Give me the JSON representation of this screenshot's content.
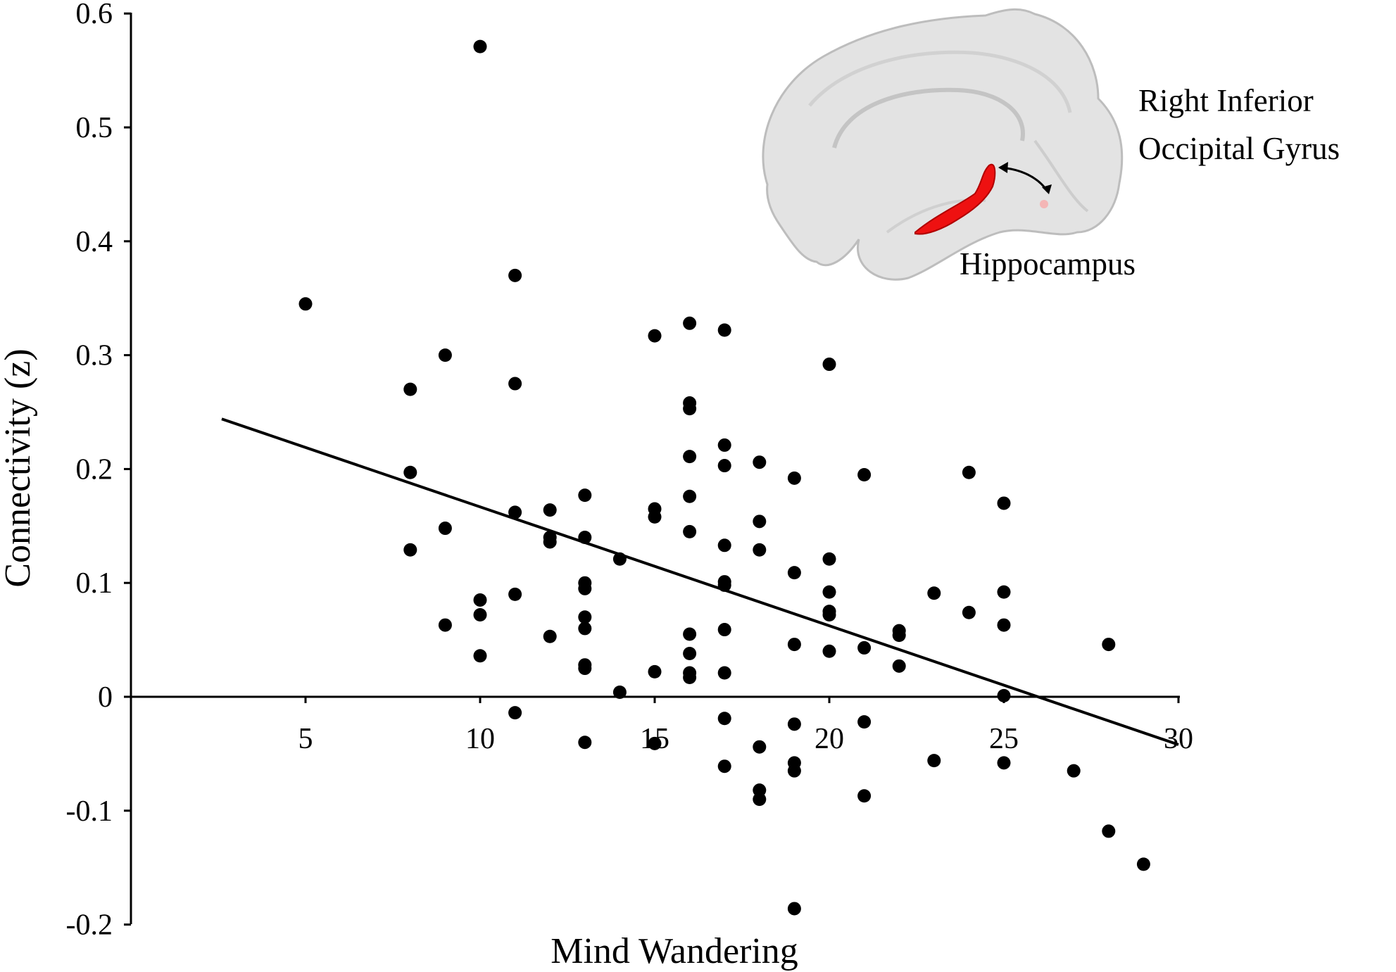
{
  "chart_data": {
    "type": "scatter",
    "xlabel": "Mind Wandering",
    "ylabel": "Connectivity (z)",
    "xlim": [
      0,
      30
    ],
    "ylim": [
      -0.2,
      0.6
    ],
    "x_ticks": [
      5,
      10,
      15,
      20,
      25,
      30
    ],
    "y_ticks": [
      0.6,
      0.5,
      0.4,
      0.3,
      0.2,
      0.1,
      0,
      -0.1,
      -0.2
    ],
    "x_tick_labels": [
      "5",
      "10",
      "15",
      "20",
      "25",
      "30"
    ],
    "y_tick_labels": [
      "0.6",
      "0.5",
      "0.4",
      "0.3",
      "0.2",
      "0.1",
      "0",
      "-0.1",
      "-0.2"
    ],
    "grid": false,
    "trendline": {
      "x": [
        2.6,
        30
      ],
      "y": [
        0.244,
        -0.042
      ]
    },
    "annotations": {
      "region_1": [
        "Right Inferior",
        "Occipital Gyrus"
      ],
      "region_2": "Hippocampus"
    },
    "points": [
      {
        "x": 5,
        "y": 0.345
      },
      {
        "x": 8,
        "y": 0.27
      },
      {
        "x": 8,
        "y": 0.197
      },
      {
        "x": 8,
        "y": 0.129
      },
      {
        "x": 9,
        "y": 0.3
      },
      {
        "x": 9,
        "y": 0.148
      },
      {
        "x": 9,
        "y": 0.063
      },
      {
        "x": 10,
        "y": 0.571
      },
      {
        "x": 10,
        "y": 0.085
      },
      {
        "x": 10,
        "y": 0.072
      },
      {
        "x": 10,
        "y": 0.036
      },
      {
        "x": 11,
        "y": 0.37
      },
      {
        "x": 11,
        "y": 0.275
      },
      {
        "x": 11,
        "y": 0.162
      },
      {
        "x": 11,
        "y": 0.09
      },
      {
        "x": 11,
        "y": -0.014
      },
      {
        "x": 12,
        "y": 0.164
      },
      {
        "x": 12,
        "y": 0.14
      },
      {
        "x": 12,
        "y": 0.136
      },
      {
        "x": 12,
        "y": 0.053
      },
      {
        "x": 13,
        "y": 0.177
      },
      {
        "x": 13,
        "y": 0.14
      },
      {
        "x": 13,
        "y": 0.1
      },
      {
        "x": 13,
        "y": 0.095
      },
      {
        "x": 13,
        "y": 0.07
      },
      {
        "x": 13,
        "y": 0.06
      },
      {
        "x": 13,
        "y": 0.028
      },
      {
        "x": 13,
        "y": 0.025
      },
      {
        "x": 13,
        "y": -0.04
      },
      {
        "x": 14,
        "y": 0.121
      },
      {
        "x": 14,
        "y": 0.004
      },
      {
        "x": 15,
        "y": 0.317
      },
      {
        "x": 15,
        "y": 0.165
      },
      {
        "x": 15,
        "y": 0.158
      },
      {
        "x": 15,
        "y": 0.022
      },
      {
        "x": 15,
        "y": -0.041
      },
      {
        "x": 16,
        "y": 0.328
      },
      {
        "x": 16,
        "y": 0.258
      },
      {
        "x": 16,
        "y": 0.253
      },
      {
        "x": 16,
        "y": 0.211
      },
      {
        "x": 16,
        "y": 0.176
      },
      {
        "x": 16,
        "y": 0.145
      },
      {
        "x": 16,
        "y": 0.055
      },
      {
        "x": 16,
        "y": 0.038
      },
      {
        "x": 16,
        "y": 0.021
      },
      {
        "x": 16,
        "y": 0.017
      },
      {
        "x": 17,
        "y": 0.322
      },
      {
        "x": 17,
        "y": 0.221
      },
      {
        "x": 17,
        "y": 0.203
      },
      {
        "x": 17,
        "y": 0.133
      },
      {
        "x": 17,
        "y": 0.101
      },
      {
        "x": 17,
        "y": 0.098
      },
      {
        "x": 17,
        "y": 0.059
      },
      {
        "x": 17,
        "y": 0.021
      },
      {
        "x": 17,
        "y": -0.019
      },
      {
        "x": 17,
        "y": -0.061
      },
      {
        "x": 18,
        "y": 0.206
      },
      {
        "x": 18,
        "y": 0.154
      },
      {
        "x": 18,
        "y": 0.129
      },
      {
        "x": 18,
        "y": -0.044
      },
      {
        "x": 18,
        "y": -0.082
      },
      {
        "x": 18,
        "y": -0.09
      },
      {
        "x": 19,
        "y": 0.192
      },
      {
        "x": 19,
        "y": 0.109
      },
      {
        "x": 19,
        "y": 0.046
      },
      {
        "x": 19,
        "y": -0.024
      },
      {
        "x": 19,
        "y": -0.058
      },
      {
        "x": 19,
        "y": -0.065
      },
      {
        "x": 19,
        "y": -0.186
      },
      {
        "x": 20,
        "y": 0.292
      },
      {
        "x": 20,
        "y": 0.121
      },
      {
        "x": 20,
        "y": 0.092
      },
      {
        "x": 20,
        "y": 0.075
      },
      {
        "x": 20,
        "y": 0.072
      },
      {
        "x": 20,
        "y": 0.04
      },
      {
        "x": 21,
        "y": 0.195
      },
      {
        "x": 21,
        "y": 0.043
      },
      {
        "x": 21,
        "y": -0.022
      },
      {
        "x": 21,
        "y": -0.087
      },
      {
        "x": 22,
        "y": 0.058
      },
      {
        "x": 22,
        "y": 0.054
      },
      {
        "x": 22,
        "y": 0.027
      },
      {
        "x": 23,
        "y": 0.091
      },
      {
        "x": 23,
        "y": -0.056
      },
      {
        "x": 24,
        "y": 0.197
      },
      {
        "x": 24,
        "y": 0.074
      },
      {
        "x": 25,
        "y": 0.17
      },
      {
        "x": 25,
        "y": 0.092
      },
      {
        "x": 25,
        "y": 0.063
      },
      {
        "x": 25,
        "y": 0.001
      },
      {
        "x": 25,
        "y": -0.058
      },
      {
        "x": 27,
        "y": -0.065
      },
      {
        "x": 28,
        "y": 0.046
      },
      {
        "x": 28,
        "y": -0.118
      },
      {
        "x": 29,
        "y": -0.147
      }
    ]
  }
}
